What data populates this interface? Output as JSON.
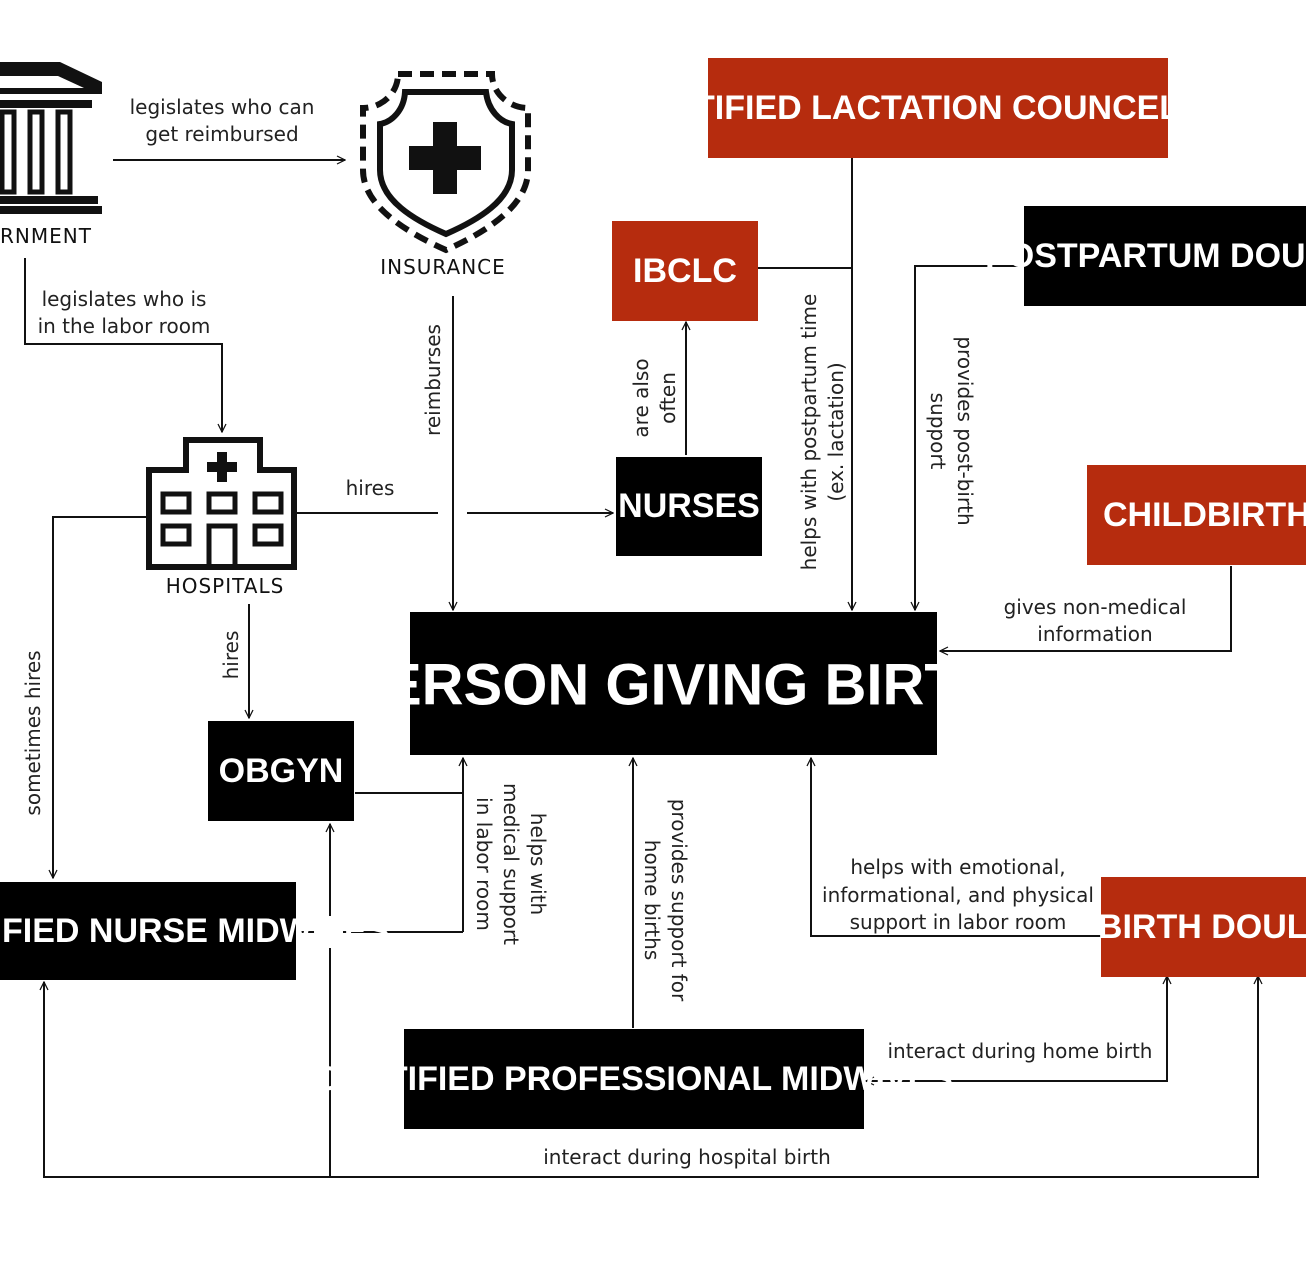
{
  "colors": {
    "black_box": "#000000",
    "red_box": "#b62c0e",
    "text_on_box": "#ffffff",
    "line": "#111111"
  },
  "icons": {
    "government": {
      "icon": "government-building-icon",
      "label": "RNMENT"
    },
    "insurance": {
      "icon": "insurance-shield-icon",
      "label": "INSURANCE"
    },
    "hospitals": {
      "icon": "hospital-building-icon",
      "label": "HOSPITALS"
    }
  },
  "nodes": {
    "person": "PERSON GIVING BIRTH",
    "lactation": "CERTIFIED LACTATION COUNCELORS",
    "ibclc": "IBCLC",
    "postpartum": "POSTPARTUM DOULA",
    "childbirth": "CHILDBIRTH EDUC",
    "nurses": "NURSES",
    "obgyn": "OBGYN",
    "cnm": "FIED NURSE MIDWIVES",
    "birth_doula": "BIRTH DOULA",
    "cpm": "CERTIFIED PROFESSIONAL MIDWIVES"
  },
  "edges": {
    "gov_insurance": [
      "legislates who can",
      "get reimbursed"
    ],
    "gov_hospitals": [
      "legislates who is",
      "in the labor room"
    ],
    "reimburses": "reimburses",
    "hires_nurses": "hires",
    "hires_obgyn": "hires",
    "sometimes_hires": "sometimes hires",
    "nurses_ibclc": [
      "are also",
      "often"
    ],
    "lactation_help": [
      "helps with postpartum time",
      "(ex. lactation)"
    ],
    "postpartum_support": [
      "provides post-birth",
      "support"
    ],
    "childbirth_info": [
      "gives non-medical",
      "information"
    ],
    "medical_support": [
      "helps with",
      "medical support",
      "in labor room"
    ],
    "home_births": [
      "provides support for",
      "home births"
    ],
    "doula_support": [
      "helps with emotional,",
      "informational, and physical",
      "support in labor room"
    ],
    "home_birth_interact": "interact during home birth",
    "hospital_birth_interact": "interact during hospital birth"
  }
}
